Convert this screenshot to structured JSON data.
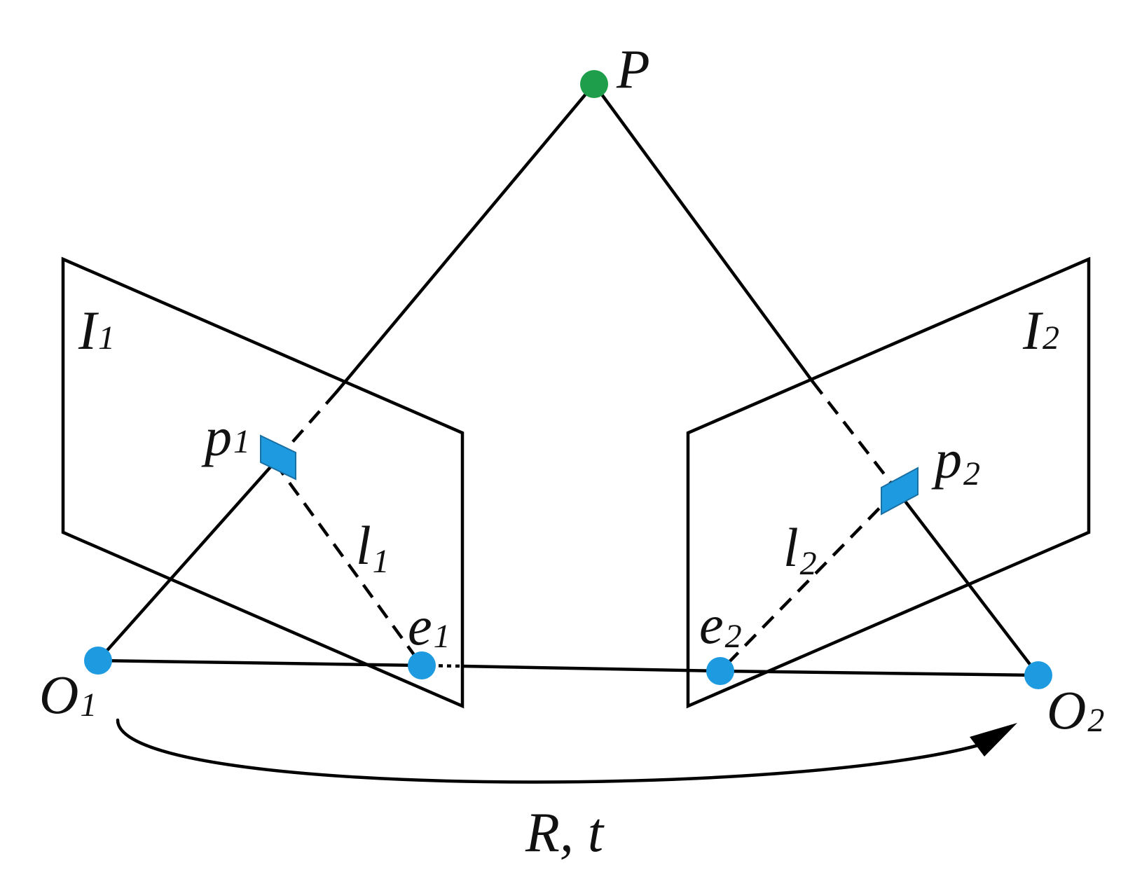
{
  "labels": {
    "P": "P",
    "I1_main": "I",
    "I1_sub": "1",
    "I2_main": "I",
    "I2_sub": "2",
    "p1_main": "p",
    "p1_sub": "1",
    "p2_main": "p",
    "p2_sub": "2",
    "l1_main": "l",
    "l1_sub": "1",
    "l2_main": "l",
    "l2_sub": "2",
    "e1_main": "e",
    "e1_sub": "1",
    "e2_main": "e",
    "e2_sub": "2",
    "O1_main": "O",
    "O1_sub": "1",
    "O2_main": "O",
    "O2_sub": "2",
    "motion": "R, t"
  },
  "colors": {
    "world_point": "#1e9e4a",
    "camera_point": "#1e9be0",
    "line": "#000000"
  }
}
